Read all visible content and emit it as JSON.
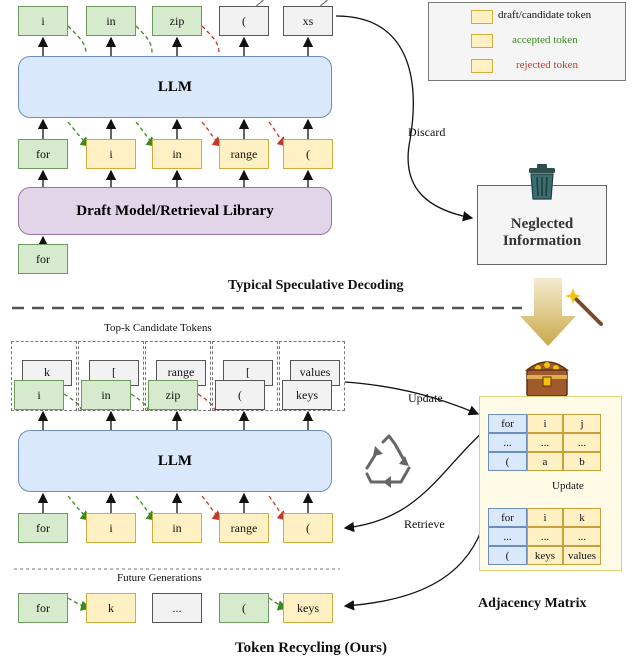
{
  "top": {
    "output_tokens": [
      "i",
      "in",
      "zip",
      "(",
      "xs"
    ],
    "llm_label": "LLM",
    "input_tokens": [
      "for",
      "i",
      "in",
      "range",
      "("
    ],
    "draft_label": "Draft Model/Retrieval Library",
    "seed_token": "for",
    "caption": "Typical Speculative Decoding"
  },
  "legend": {
    "draft": "draft/candidate token",
    "accepted": "accepted token",
    "rejected": "rejected token",
    "colors": {
      "accepted": "#3a8a1f",
      "rejected": "#c0392b"
    }
  },
  "neglected": {
    "line1": "Neglected",
    "line2": "Information",
    "icon": "trash-can-icon"
  },
  "discard_label": "Discard",
  "bottom": {
    "topk_label": "Top-k Candidate Tokens",
    "back_tokens": [
      "k",
      "[",
      "range",
      "[",
      "values"
    ],
    "output_tokens": [
      "i",
      "in",
      "zip",
      "(",
      "keys"
    ],
    "llm_label": "LLM",
    "input_tokens": [
      "for",
      "i",
      "in",
      "range",
      "("
    ],
    "future_label": "Future Generations",
    "future_tokens": [
      "for",
      "k",
      "...",
      "(",
      "keys"
    ],
    "caption": "Token Recycling (Ours)",
    "update_label": "Update",
    "retrieve_label": "Retrieve",
    "recycle_icon": "recycle-icon"
  },
  "matrix": {
    "title": "Adjacency Matrix",
    "update_label": "Update",
    "before": [
      [
        "for",
        "i",
        "j"
      ],
      [
        "...",
        "...",
        "..."
      ],
      [
        "(",
        "a",
        "b"
      ]
    ],
    "after": [
      [
        "for",
        "i",
        "k"
      ],
      [
        "...",
        "...",
        "..."
      ],
      [
        "(",
        "keys",
        "values"
      ]
    ],
    "icons": [
      "treasure-chest-icon",
      "magic-wand-icon"
    ]
  }
}
